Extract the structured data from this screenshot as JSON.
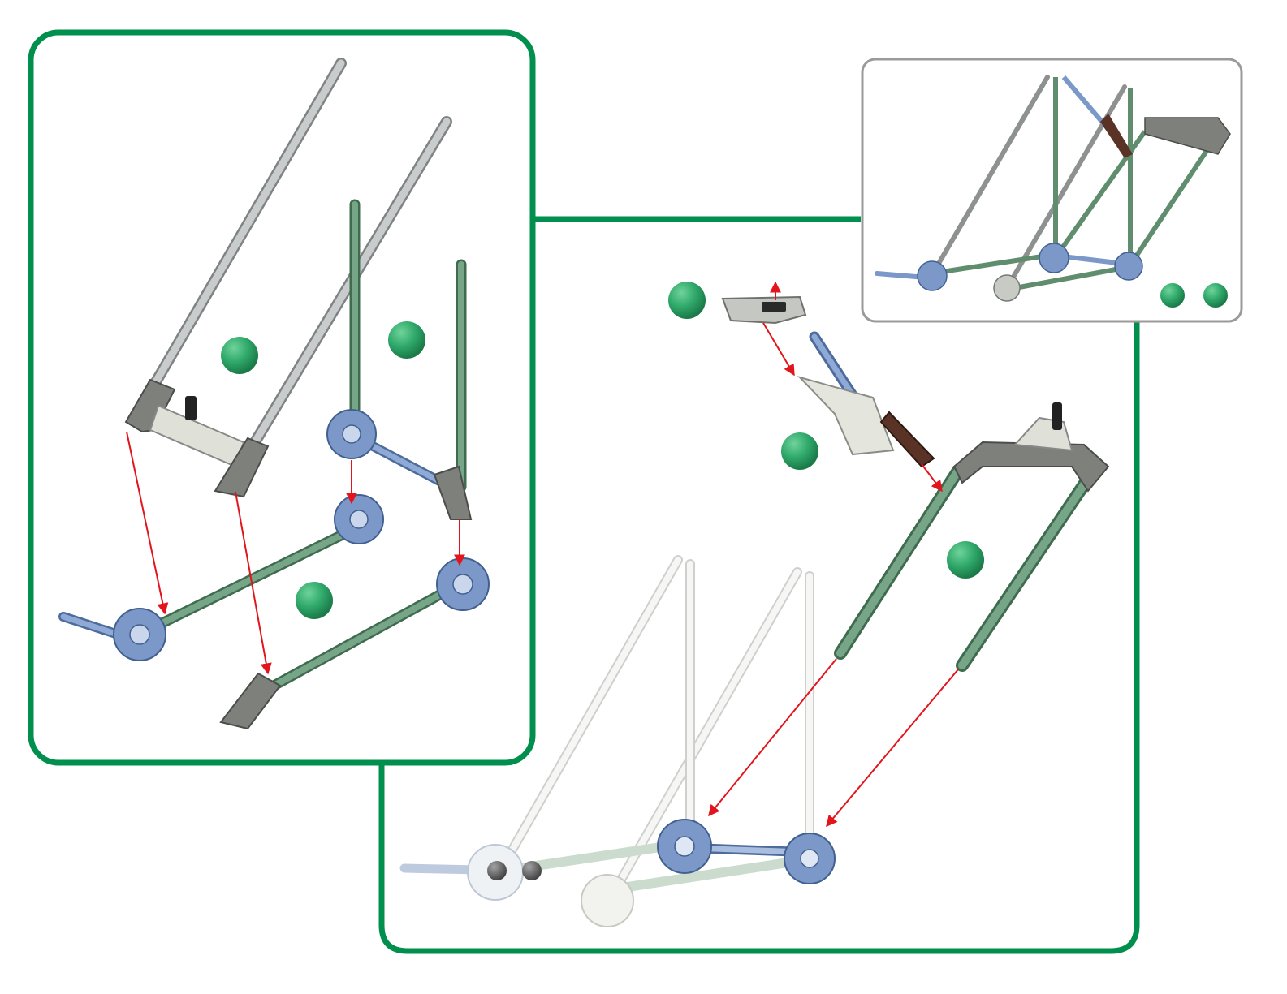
{
  "colors": {
    "frame_green": "#008f4c",
    "inset_gray": "#9a9a9a",
    "step_marker_green": "#2fa86a",
    "arrow_red": "#e3151c",
    "rod_green": "#6a9a78",
    "rod_gray": "#b8bcbc",
    "connector_blue": "#7b98c9",
    "connector_gray": "#7e807c",
    "connector_white": "#e9ebe4",
    "clip_brown": "#5b3326",
    "pin_black": "#222222"
  },
  "step_markers": [
    {
      "id": "marker-1",
      "panel": "subassembly-panel"
    },
    {
      "id": "marker-2",
      "panel": "subassembly-panel"
    },
    {
      "id": "marker-3",
      "panel": "subassembly-panel"
    },
    {
      "id": "marker-4",
      "panel": "main-assembly-panel"
    },
    {
      "id": "marker-5",
      "panel": "main-assembly-panel"
    },
    {
      "id": "marker-6",
      "panel": "main-assembly-panel"
    },
    {
      "id": "marker-7",
      "panel": "preview-inset"
    },
    {
      "id": "marker-8",
      "panel": "preview-inset"
    }
  ]
}
